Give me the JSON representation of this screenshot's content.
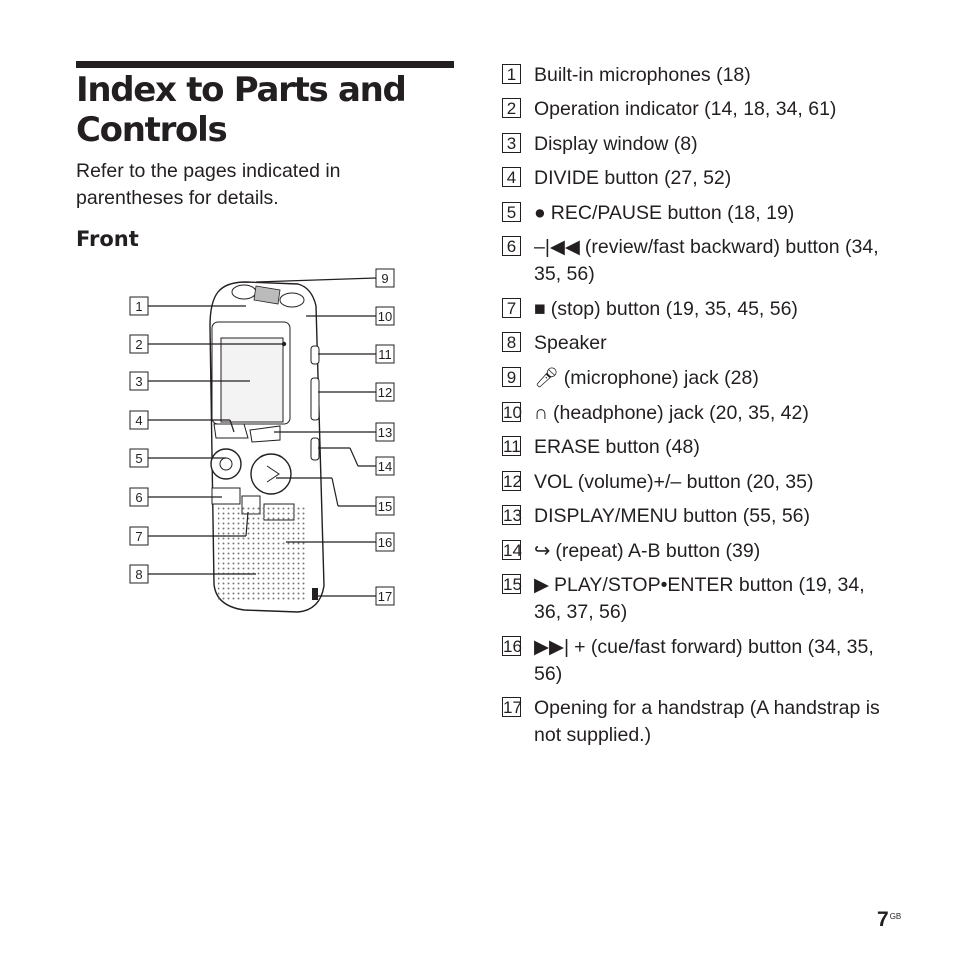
{
  "title": "Index to Parts and Controls",
  "intro": "Refer to the pages indicated in parentheses for details.",
  "section": "Front",
  "figure_labels": [
    "1",
    "2",
    "3",
    "4",
    "5",
    "6",
    "7",
    "8",
    "9",
    "10",
    "11",
    "12",
    "13",
    "14",
    "15",
    "16",
    "17"
  ],
  "items": [
    {
      "num": "1",
      "icon": "",
      "text": "Built-in microphones (18)"
    },
    {
      "num": "2",
      "icon": "",
      "text": "Operation indicator (14, 18, 34, 61)"
    },
    {
      "num": "3",
      "icon": "",
      "text": "Display window (8)"
    },
    {
      "num": "4",
      "icon": "",
      "text": "DIVIDE button (27, 52)"
    },
    {
      "num": "5",
      "icon": "record-dot-icon",
      "text": "REC/PAUSE button (18, 19)"
    },
    {
      "num": "6",
      "icon": "review-icon",
      "text": "(review/fast backward) button (34, 35, 56)"
    },
    {
      "num": "7",
      "icon": "stop-icon",
      "text": "(stop) button (19, 35, 45, 56)"
    },
    {
      "num": "8",
      "icon": "",
      "text": "Speaker"
    },
    {
      "num": "9",
      "icon": "microphone-icon",
      "text": "(microphone) jack (28)"
    },
    {
      "num": "10",
      "icon": "headphone-icon",
      "text": "(headphone) jack (20, 35, 42)"
    },
    {
      "num": "11",
      "icon": "",
      "text": "ERASE button (48)"
    },
    {
      "num": "12",
      "icon": "",
      "text": "VOL (volume)+/– button (20, 35)"
    },
    {
      "num": "13",
      "icon": "",
      "text": "DISPLAY/MENU button (55, 56)"
    },
    {
      "num": "14",
      "icon": "repeat-icon",
      "text": "(repeat) A-B button (39)"
    },
    {
      "num": "15",
      "icon": "play-icon",
      "text": "PLAY/STOP•ENTER button (19, 34, 36, 37, 56)"
    },
    {
      "num": "16",
      "icon": "cue-icon",
      "text": "+ (cue/fast forward) button (34, 35, 56)"
    },
    {
      "num": "17",
      "icon": "",
      "text": "Opening for a handstrap (A handstrap is not supplied.)"
    }
  ],
  "page_number": "7",
  "page_suffix": "GB"
}
